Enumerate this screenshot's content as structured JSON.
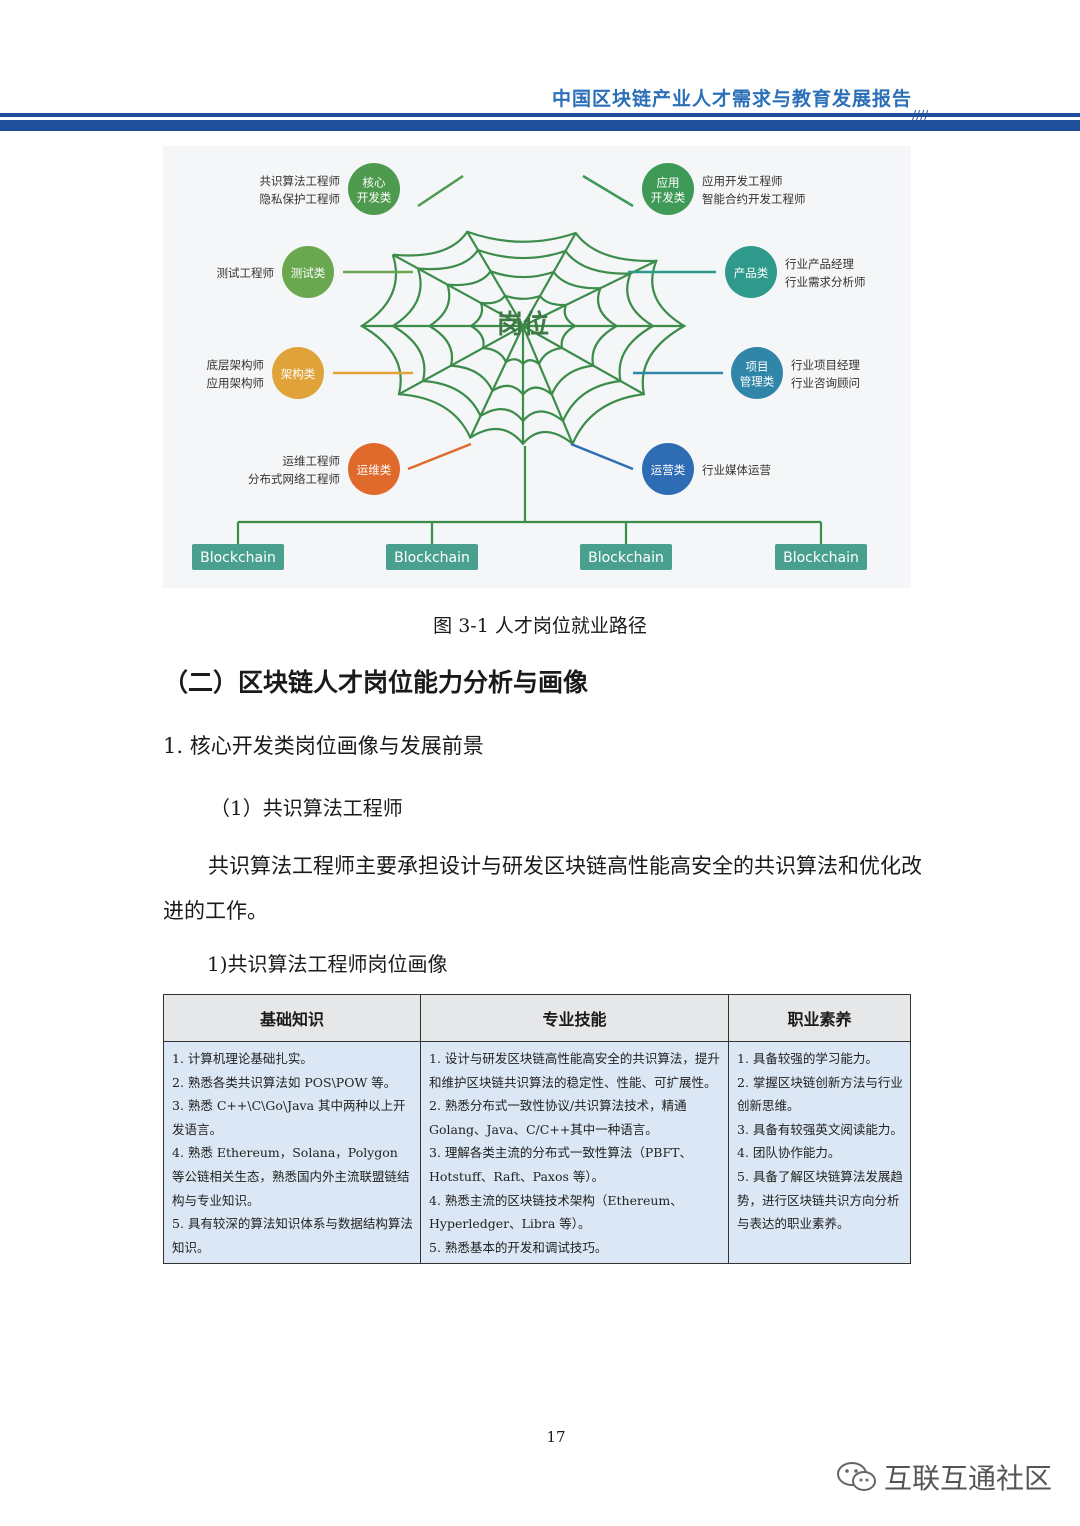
{
  "header": {
    "title": "中国区块链产业人才需求与教育发展报告",
    "hatch": "////"
  },
  "figure": {
    "center_label": "岗位",
    "nodes": [
      {
        "label_lines": [
          "核心",
          "开发类"
        ],
        "roles": [
          "共识算法工程师",
          "隐私保护工程师"
        ],
        "color": "#4e9a4e"
      },
      {
        "label_lines": [
          "测试类"
        ],
        "roles": [
          "测试工程师"
        ],
        "color": "#6aa84f"
      },
      {
        "label_lines": [
          "架构类"
        ],
        "roles": [
          "底层架构师",
          "应用架构师"
        ],
        "color": "#e0a339"
      },
      {
        "label_lines": [
          "运维类"
        ],
        "roles": [
          "运维工程师",
          "分布式网络工程师"
        ],
        "color": "#e06a2c"
      },
      {
        "label_lines": [
          "应用",
          "开发类"
        ],
        "roles": [
          "应用开发工程师",
          "智能合约开发工程师"
        ],
        "color": "#3f9a57"
      },
      {
        "label_lines": [
          "产品类"
        ],
        "roles": [
          "行业产品经理",
          "行业需求分析师"
        ],
        "color": "#2f9a8c"
      },
      {
        "label_lines": [
          "项目",
          "管理类"
        ],
        "roles": [
          "行业项目经理",
          "行业咨询顾问"
        ],
        "color": "#2f86a8"
      },
      {
        "label_lines": [
          "运营类"
        ],
        "roles": [
          "行业媒体运营"
        ],
        "color": "#2e6db4"
      }
    ],
    "base_labels": [
      "Blockchain",
      "Blockchain",
      "Blockchain",
      "Blockchain"
    ]
  },
  "caption": "图 3-1 人才岗位就业路径",
  "section_title": "（二）区块链人才岗位能力分析与画像",
  "subsection_title": "1. 核心开发类岗位画像与发展前景",
  "role_title": "（1）共识算法工程师",
  "paragraph": "共识算法工程师主要承担设计与研发区块链高性能高安全的共识算法和优化改进的工作。",
  "profile_title": "1)共识算法工程师岗位画像",
  "table": {
    "headers": [
      "基础知识",
      "专业技能",
      "职业素养"
    ],
    "columns": [
      [
        "1. 计算机理论基础扎实。",
        "2. 熟悉各类共识算法如 POS\\POW 等。",
        "3. 熟悉 C++\\C\\Go\\Java 其中两种以上开发语言。",
        "4. 熟悉 Ethereum，Solana，Polygon 等公链相关生态，熟悉国内外主流联盟链结构与专业知识。",
        "5. 具有较深的算法知识体系与数据结构算法知识。"
      ],
      [
        "1. 设计与研发区块链高性能高安全的共识算法，提升和维护区块链共识算法的稳定性、性能、可扩展性。",
        "2. 熟悉分布式一致性协议/共识算法技术，精通 Golang、Java、C/C++其中一种语言。",
        "3. 理解各类主流的分布式一致性算法（PBFT、Hotstuff、Raft、Paxos 等）。",
        "4. 熟悉主流的区块链技术架构（Ethereum、Hyperledger、Libra 等）。",
        "5. 熟悉基本的开发和调试技巧。"
      ],
      [
        "1. 具备较强的学习能力。",
        "2. 掌握区块链创新方法与行业创新思维。",
        "3. 具备有较强英文阅读能力。",
        "4. 团队协作能力。",
        "5. 具备了解区块链算法发展趋势，进行区块链共识方向分析与表达的职业素养。"
      ]
    ]
  },
  "page_number": "17",
  "watermark": "互联互通社区"
}
